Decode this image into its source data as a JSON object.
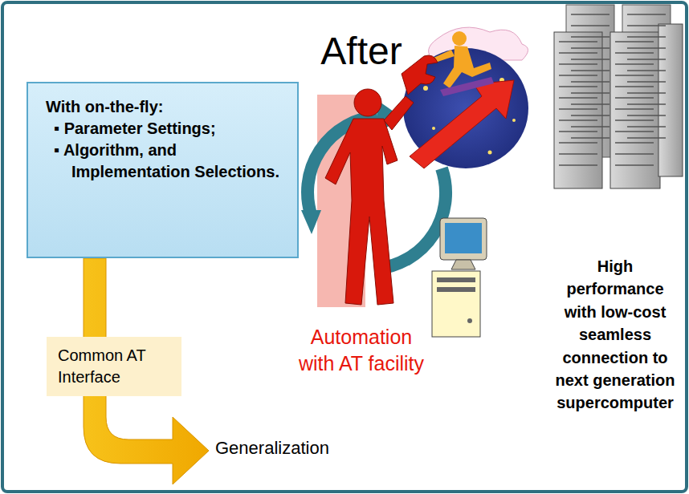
{
  "diagram": {
    "title": "After",
    "nodes": [
      {
        "text": [
          "With on-the-fly:",
          "▪ Parameter Settings;",
          "▪ Algorithm, and Implementation Selections."
        ]
      },
      {
        "text": [
          "Common AT Interface"
        ]
      }
    ],
    "labels": [
      "Automation with AT facility",
      "Generalization",
      "High performance with low-cost seamless connection to next generation supercomputer"
    ]
  }
}
